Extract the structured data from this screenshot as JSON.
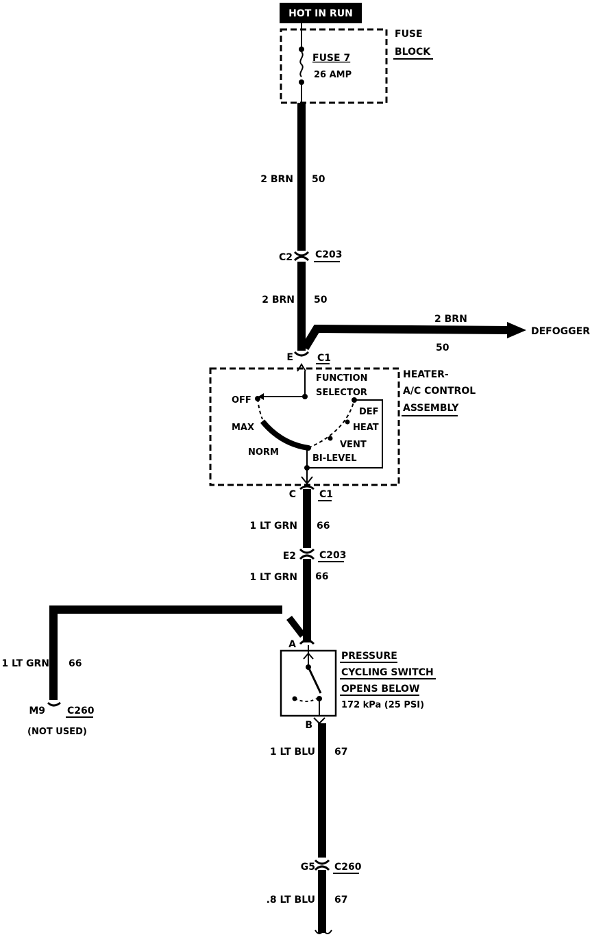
{
  "power": {
    "label": "HOT IN RUN"
  },
  "fuse_block": {
    "title_line1": "FUSE",
    "title_line2": "BLOCK",
    "fuse_name": "FUSE 7",
    "fuse_rating": "26 AMP"
  },
  "wires": {
    "w1": {
      "gauge_color": "2 BRN",
      "circuit": "50"
    },
    "w2": {
      "gauge_color": "2 BRN",
      "circuit": "50"
    },
    "defogger": {
      "gauge_color": "2 BRN",
      "circuit": "50",
      "destination": "DEFOGGER"
    },
    "w3": {
      "gauge_color": "1 LT GRN",
      "circuit": "66"
    },
    "w4": {
      "gauge_color": "1 LT GRN",
      "circuit": "66"
    },
    "w5": {
      "gauge_color": "1 LT GRN",
      "circuit": "66"
    },
    "w6": {
      "gauge_color": "1 LT BLU",
      "circuit": "67"
    },
    "w7": {
      "gauge_color": ".8 LT BLU",
      "circuit": "67"
    }
  },
  "connectors": {
    "c203_top": {
      "pin": "C2",
      "name": "C203"
    },
    "c1_top": {
      "pin": "E",
      "name": "C1"
    },
    "c1_bottom": {
      "pin": "C",
      "name": "C1"
    },
    "c203_bottom": {
      "pin": "E2",
      "name": "C203"
    },
    "switch_in": {
      "pin": "A"
    },
    "switch_out": {
      "pin": "B"
    },
    "c260_left": {
      "pin": "M9",
      "name": "C260",
      "note": "(NOT USED)"
    },
    "c260_bottom": {
      "pin": "G5",
      "name": "C260"
    }
  },
  "control_assembly": {
    "title_line1": "HEATER-",
    "title_line2": "A/C CONTROL",
    "title_line3": "ASSEMBLY",
    "selector_line1": "FUNCTION",
    "selector_line2": "SELECTOR",
    "positions": {
      "off": "OFF",
      "max": "MAX",
      "norm": "NORM",
      "bilevel": "BI-LEVEL",
      "vent": "VENT",
      "heat": "HEAT",
      "def": "DEF"
    }
  },
  "pressure_switch": {
    "line1": "PRESSURE",
    "line2": "CYCLING SWITCH",
    "line3": "OPENS BELOW",
    "line4": "172 kPa (25 PSI)"
  }
}
